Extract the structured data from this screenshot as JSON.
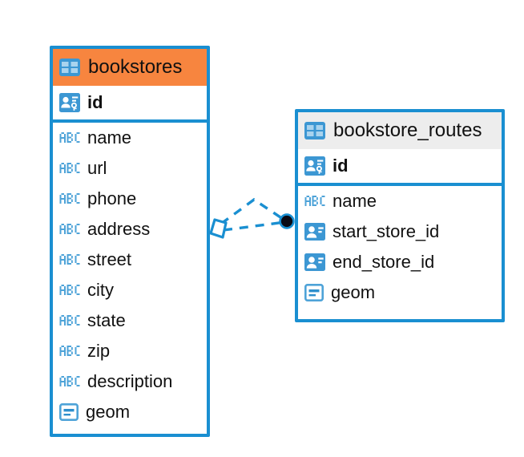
{
  "diagram": {
    "type": "entity-relationship-diagram",
    "background": "#ffffff",
    "accent_blue": "#1a8fd1",
    "highlight_orange": "#f7853f",
    "header_grey": "#ededed",
    "entities": [
      {
        "name": "bookstores",
        "header_color": "#f7853f",
        "selected": true,
        "fields": [
          {
            "name": "id",
            "type_icon": "primary-key-icon",
            "key": "primary"
          },
          {
            "name": "name",
            "type_icon": "abc-text-icon",
            "key": "none"
          },
          {
            "name": "url",
            "type_icon": "abc-text-icon",
            "key": "none"
          },
          {
            "name": "phone",
            "type_icon": "abc-text-icon",
            "key": "none"
          },
          {
            "name": "address",
            "type_icon": "abc-text-icon",
            "key": "none"
          },
          {
            "name": "street",
            "type_icon": "abc-text-icon",
            "key": "none"
          },
          {
            "name": "city",
            "type_icon": "abc-text-icon",
            "key": "none"
          },
          {
            "name": "state",
            "type_icon": "abc-text-icon",
            "key": "none"
          },
          {
            "name": "zip",
            "type_icon": "abc-text-icon",
            "key": "none"
          },
          {
            "name": "description",
            "type_icon": "abc-text-icon",
            "key": "none"
          },
          {
            "name": "geom",
            "type_icon": "geometry-icon",
            "key": "none"
          }
        ]
      },
      {
        "name": "bookstore_routes",
        "header_color": "#ededed",
        "selected": false,
        "fields": [
          {
            "name": "id",
            "type_icon": "primary-key-icon",
            "key": "primary"
          },
          {
            "name": "name",
            "type_icon": "abc-text-icon",
            "key": "none"
          },
          {
            "name": "start_store_id",
            "type_icon": "foreign-key-icon",
            "key": "foreign"
          },
          {
            "name": "end_store_id",
            "type_icon": "foreign-key-icon",
            "key": "foreign"
          },
          {
            "name": "geom",
            "type_icon": "geometry-icon",
            "key": "none"
          }
        ]
      }
    ],
    "relationship": {
      "from_entity": "bookstores",
      "to_entity": "bookstore_routes",
      "line_style": "dashed",
      "line_color": "#1a8fd1",
      "source_marker": "diamond",
      "target_marker": "filled-circle",
      "target_marker_color": "#0a0a14"
    }
  }
}
